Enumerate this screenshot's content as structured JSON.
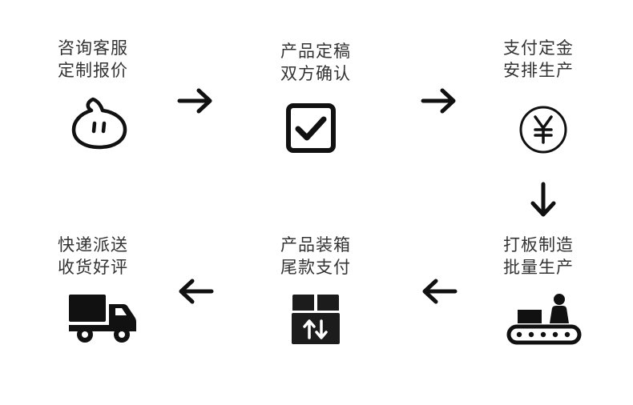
{
  "steps": [
    {
      "line1": "咨询客服",
      "line2": "定制报价",
      "icon": "chat-bubble-icon"
    },
    {
      "line1": "产品定稿",
      "line2": "双方确认",
      "icon": "checkbox-icon"
    },
    {
      "line1": "支付定金",
      "line2": "安排生产",
      "icon": "yen-coin-icon"
    },
    {
      "line1": "打板制造",
      "line2": "批量生产",
      "icon": "conveyor-worker-icon"
    },
    {
      "line1": "产品装箱",
      "line2": "尾款支付",
      "icon": "package-box-icon"
    },
    {
      "line1": "快递派送",
      "line2": "收货好评",
      "icon": "delivery-truck-icon"
    }
  ],
  "colors": {
    "text": "#333333",
    "icon": "#111111",
    "background": "#ffffff"
  }
}
